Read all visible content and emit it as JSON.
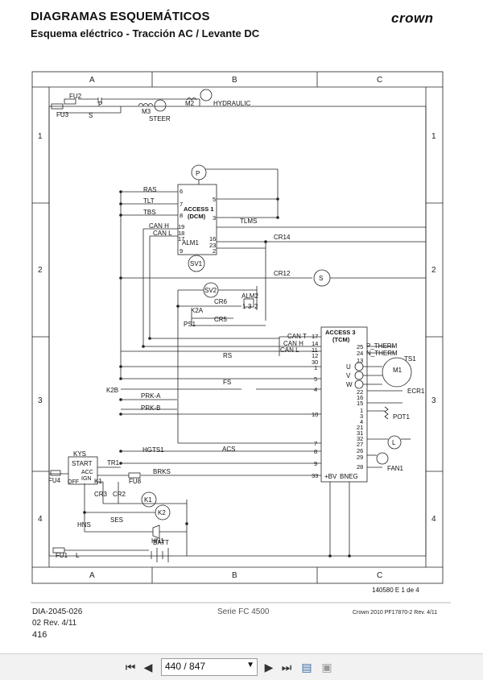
{
  "header": {
    "title": "DIAGRAMAS ESQUEMÁTICOS",
    "subtitle": "Esquema eléctrico - Tracción AC / Levante DC",
    "brand": "crown"
  },
  "diagram": {
    "columns": [
      "A",
      "B",
      "C"
    ],
    "rows": [
      "1",
      "2",
      "3",
      "4"
    ],
    "labels": {
      "fu2": "FU2",
      "fu3": "FU3",
      "p": "P",
      "s": "S",
      "m3": "M3",
      "m2": "M2",
      "steer": "STEER",
      "hydraulic": "HYDRAULIC",
      "ras": "RAS",
      "tlt": "TLT",
      "tbs": "TBS",
      "canh": "CAN H",
      "canl": "CAN L",
      "alm1": "ALM1",
      "sv1": "SV1",
      "access1": "ACCESS 1",
      "dcm": "(DCM)",
      "pump": "P",
      "tlms": "TLMS",
      "cr14": "CR14",
      "cr12": "CR12",
      "sv2": "SV2",
      "cr6": "CR6",
      "alm2": "ALM2",
      "k2a": "K2A",
      "ps1": "PS1",
      "cr5": "CR5",
      "cant": "CAN T",
      "canh2": "CAN H",
      "canl2": "CAN L",
      "access3": "ACCESS 3",
      "tcm": "(TCM)",
      "pth": "P_THERM",
      "nth": "N_THERM",
      "ts1": "TS1",
      "m1": "M1",
      "ecr1": "ECR1",
      "u": "U",
      "v": "V",
      "w": "W",
      "rs": "RS",
      "fs": "FS",
      "k2b": "K2B",
      "prka": "PRK-A",
      "prkb": "PRK-B",
      "pot1": "POT1",
      "l": "L",
      "fan1": "FAN1",
      "acs": "ACS",
      "hgts1": "HGTS1",
      "brks": "BRKS",
      "fu8": "FU8",
      "kys": "KYS",
      "start": "START",
      "acc": "ACC",
      "ign": "IGN",
      "off": "OFF",
      "fu4": "FU4",
      "tr1": "TR1",
      "k1": "K1",
      "cr3": "CR3",
      "cr2": "CR2",
      "k1coil": "K1",
      "k2coil": "K2",
      "ses": "SES",
      "hns": "HNS",
      "hn1": "HN1",
      "fu1": "FU1",
      "l2": "L",
      "batt": "BATT",
      "bv": "+BV",
      "bneg": "BNEG",
      "two": "2",
      "three": "3",
      "one": "1"
    },
    "access1_pins": [
      "6",
      "5",
      "7",
      "8",
      "3",
      "19",
      "18",
      "17",
      "16",
      "23",
      "9",
      "2"
    ],
    "access3_pins_left": [
      "17",
      "14",
      "11",
      "12",
      "30",
      "1",
      "5",
      "4",
      "10",
      "7",
      "8",
      "9",
      "33"
    ],
    "access3_pins_right": [
      "25",
      "24",
      "13",
      "22",
      "16",
      "15",
      "1",
      "3",
      "4",
      "21",
      "31",
      "32",
      "27",
      "26",
      "29",
      "28"
    ],
    "drawing_number": "140580 E 1 de 4"
  },
  "footer": {
    "doc_id": "DIA-2045-026",
    "revision": "02 Rev. 4/11",
    "page": "416",
    "series": "Serie FC 4500",
    "copyright": "Crown 2010 PF17870-2 Rev. 4/11"
  },
  "viewer": {
    "page_display": "440 / 847"
  }
}
